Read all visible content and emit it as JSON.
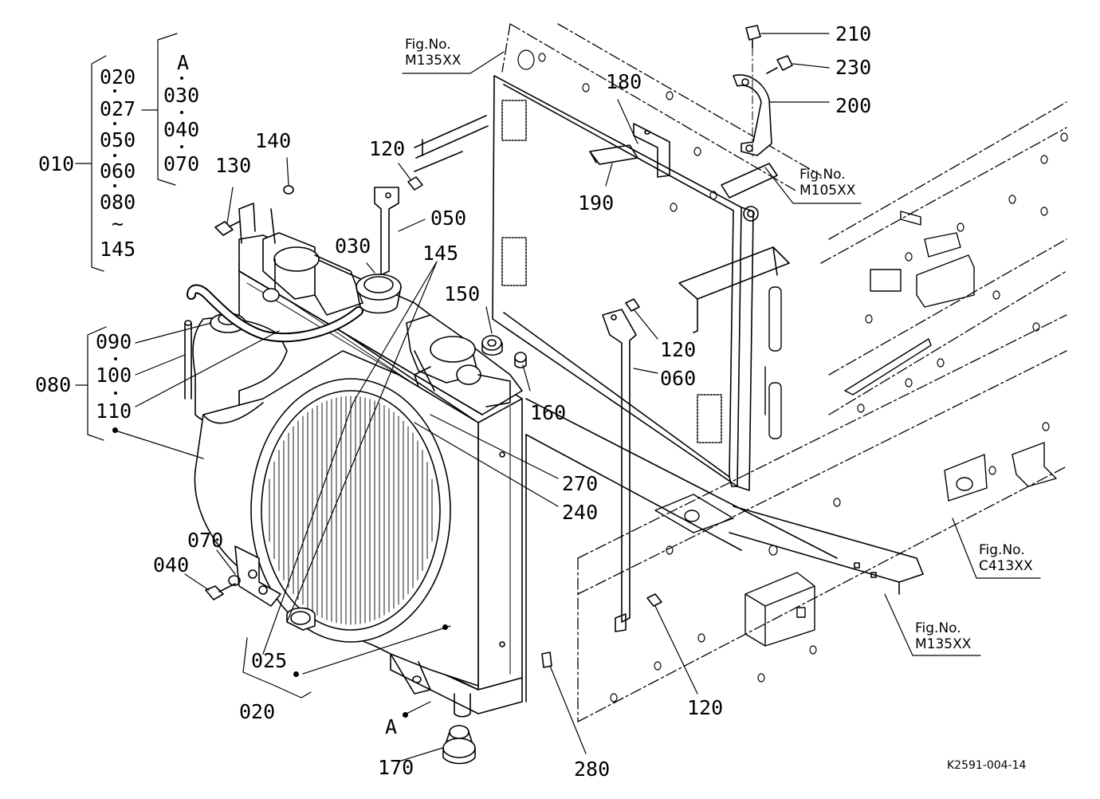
{
  "part_numbers": {
    "p010": "010",
    "p020_list": "020",
    "p027": "027",
    "p050_list": "050",
    "p060_list": "060",
    "p080_list": "080",
    "tilde": "~",
    "p145_list": "145",
    "a_list": "A",
    "p030_list": "030",
    "p040_list": "040",
    "p070_list": "070",
    "p080": "080",
    "p090": "090",
    "p100": "100",
    "p110": "110",
    "p130": "130",
    "p140": "140",
    "p120_top": "120",
    "p050": "050",
    "p030": "030",
    "p145": "145",
    "p150": "150",
    "p160": "160",
    "p120_mid": "120",
    "p060": "060",
    "p180": "180",
    "p190": "190",
    "p200": "200",
    "p210": "210",
    "p230": "230",
    "p270": "270",
    "p240": "240",
    "p070": "070",
    "p040": "040",
    "p025": "025",
    "p020": "020",
    "a_bottom": "A",
    "p170": "170",
    "p280": "280",
    "p120_bottom": "120"
  },
  "fig_refs": [
    {
      "line1": "Fig.No.",
      "line2": "M135XX"
    },
    {
      "line1": "Fig.No.",
      "line2": "M105XX"
    },
    {
      "line1": "Fig.No.",
      "line2": "C413XX"
    },
    {
      "line1": "Fig.No.",
      "line2": "M135XX"
    }
  ],
  "drawing_ref": "K2591-004-14"
}
